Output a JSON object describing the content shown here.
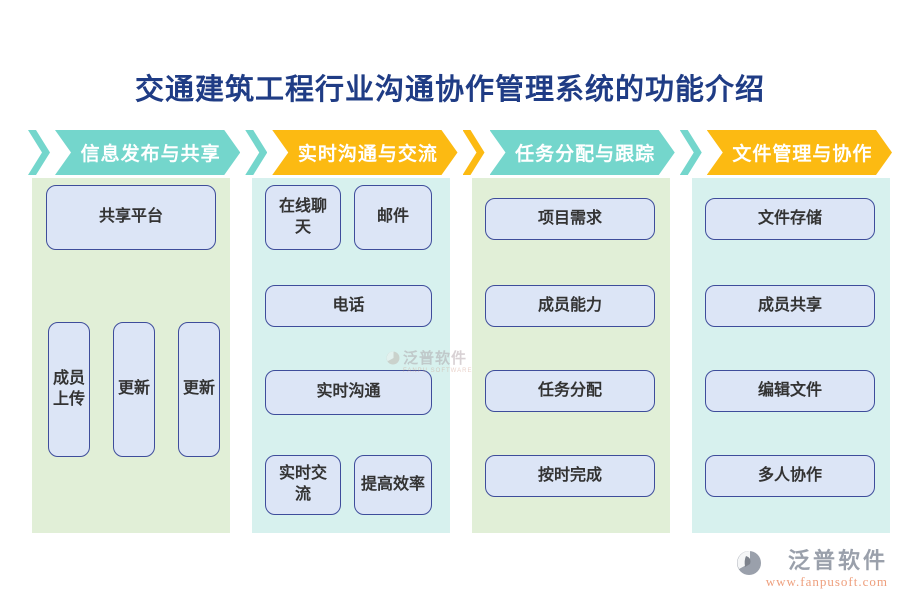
{
  "title": "交通建筑工程行业沟通协作管理系统的功能介绍",
  "columns": [
    {
      "header": {
        "label": "信息发布与共享",
        "color": "#74d6cc"
      },
      "panel_color": "#e1efd7",
      "boxes": {
        "top": "共享平台",
        "vertical": [
          "成员上传",
          "更新",
          "更新"
        ]
      }
    },
    {
      "header": {
        "label": "实时沟通与交流",
        "color": "#fcba12"
      },
      "panel_color": "#d7f1ee",
      "boxes": {
        "row1": [
          "在线聊天",
          "邮件"
        ],
        "mid1": "电话",
        "mid2": "实时沟通",
        "row2": [
          "实时交流",
          "提高效率"
        ]
      }
    },
    {
      "header": {
        "label": "任务分配与跟踪",
        "color": "#74d6cc"
      },
      "panel_color": "#e1efd7",
      "boxes": {
        "list": [
          "项目需求",
          "成员能力",
          "任务分配",
          "按时完成"
        ]
      }
    },
    {
      "header": {
        "label": "文件管理与协作",
        "color": "#fcba12"
      },
      "panel_color": "#d7f1ee",
      "boxes": {
        "list": [
          "文件存储",
          "成员共享",
          "编辑文件",
          "多人协作"
        ]
      }
    }
  ],
  "watermark": {
    "brand": "泛普软件",
    "sub": "FANPU SOFTWARE"
  },
  "footer": {
    "brand": "泛普软件",
    "website": "www.fanpusoft.com"
  },
  "colors": {
    "title_text": "#1f3c85",
    "banner_teal": "#74d6cc",
    "banner_yellow": "#fcba12",
    "banner_text": "#ffffff",
    "panel_green": "#e1efd7",
    "panel_cyan": "#d7f1ee",
    "box_fill": "#dce5f6",
    "box_border": "#3e4d9b",
    "box_text": "#333333",
    "footer_brand": "#9aa0ab",
    "footer_url": "#ee9f7d"
  }
}
